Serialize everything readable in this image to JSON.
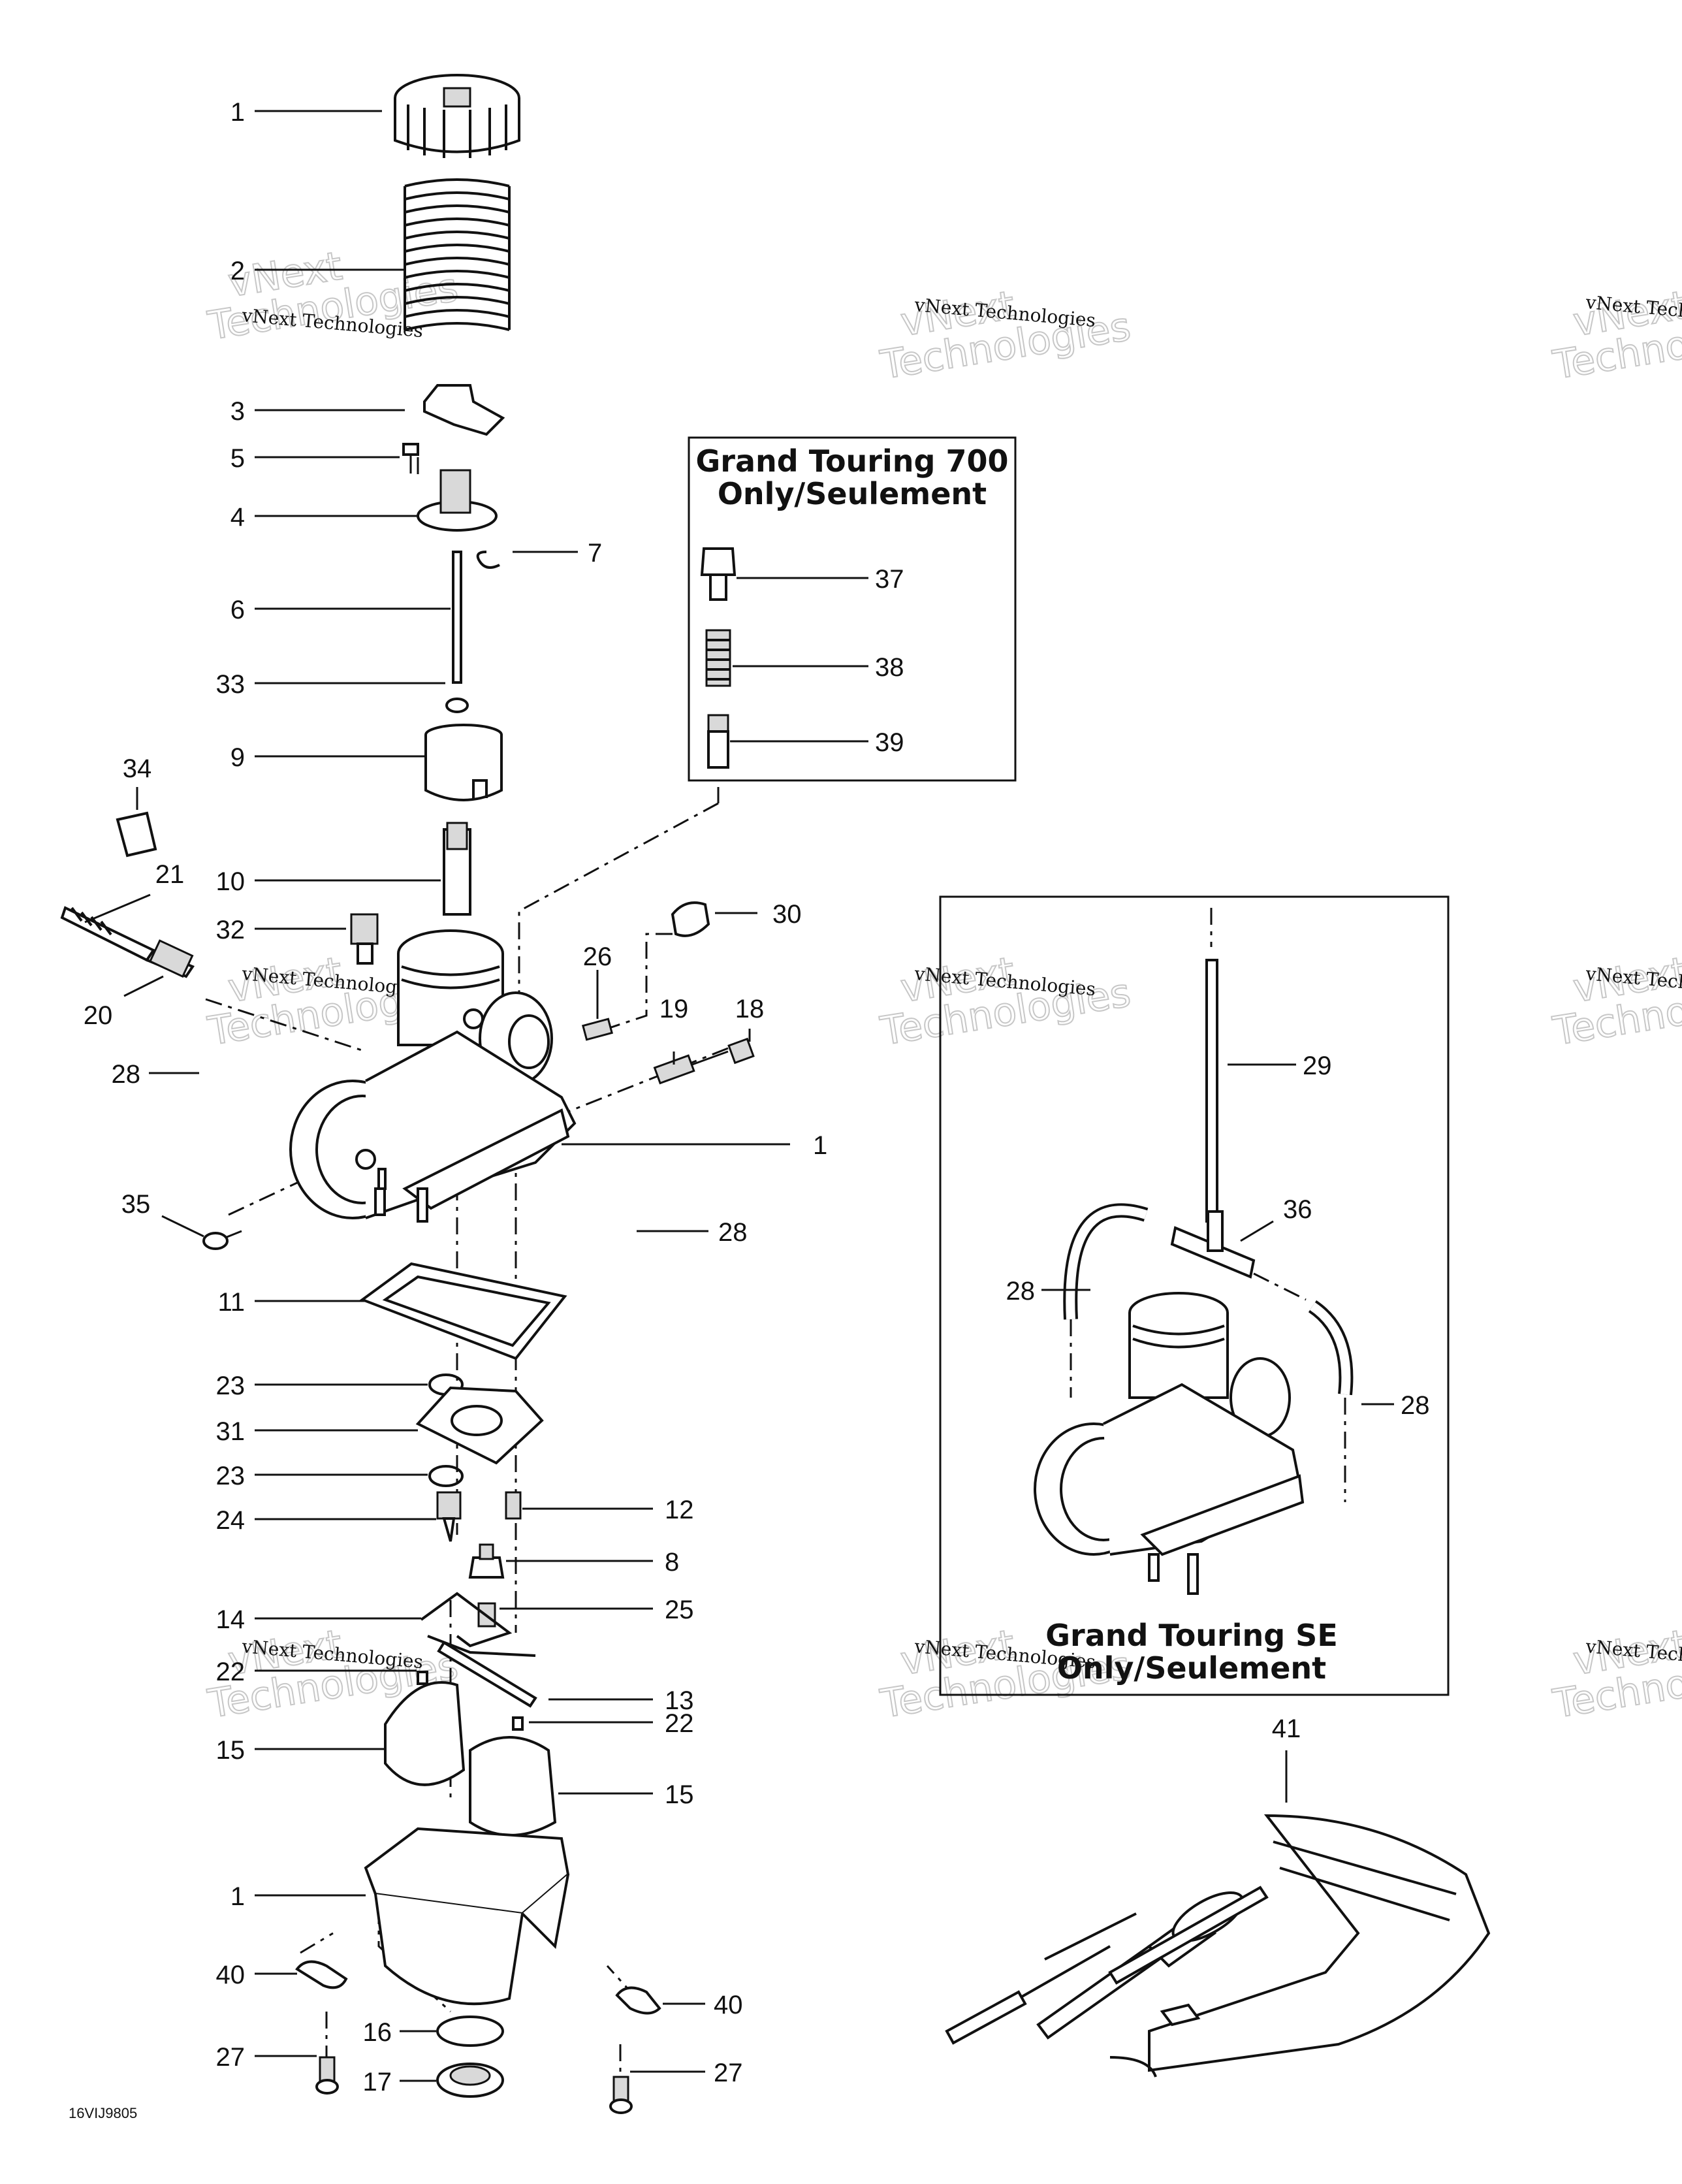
{
  "diagram_code": "16VIJ9805",
  "boxes": {
    "gt700": {
      "title_line1": "Grand Touring 700",
      "title_line2": "Only/Seulement"
    },
    "gtse": {
      "title_line1": "Grand Touring SE",
      "title_line2": "Only/Seulement"
    }
  },
  "watermark": {
    "small": "vNext Technologies",
    "big_top": "vNext",
    "big_bottom": "Technologies"
  },
  "callouts": [
    "1",
    "2",
    "3",
    "5",
    "4",
    "7",
    "6",
    "33",
    "9",
    "34",
    "10",
    "21",
    "32",
    "20",
    "28",
    "35",
    "11",
    "23",
    "31",
    "23",
    "24",
    "14",
    "22",
    "15",
    "1",
    "40",
    "27",
    "16",
    "17",
    "37",
    "38",
    "39",
    "30",
    "26",
    "19",
    "18",
    "1",
    "28",
    "12",
    "8",
    "25",
    "13",
    "22",
    "15",
    "40",
    "27",
    "29",
    "36",
    "28",
    "28",
    "41"
  ]
}
